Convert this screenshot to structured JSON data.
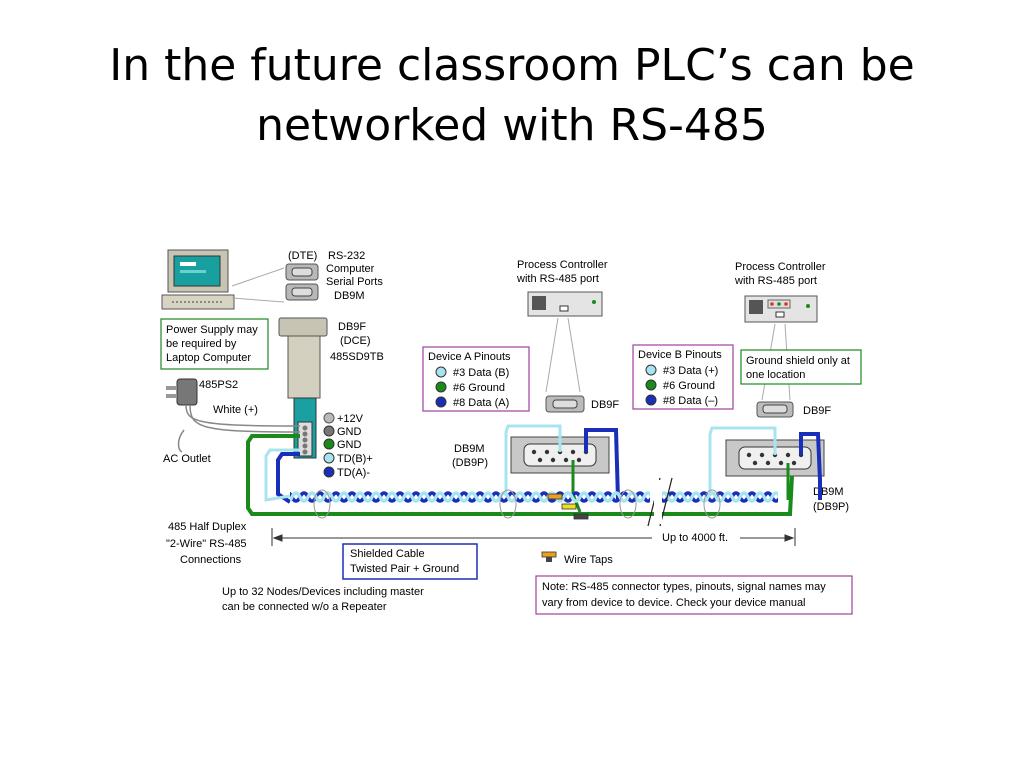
{
  "slide": {
    "title_line1": "In the future classroom PLC’s can be",
    "title_line2": "networked with RS-485"
  },
  "diagram": {
    "computer": {
      "dte": "(DTE)",
      "ports_line1": "RS-232",
      "ports_line2": "Computer",
      "ports_line3": "Serial Ports",
      "ports_line4": "DB9M"
    },
    "power_note": {
      "line1": "Power Supply may",
      "line2": "be required by",
      "line3": "Laptop Computer"
    },
    "converter": {
      "line1": "DB9F",
      "line2": "(DCE)",
      "line3": "485SD9TB"
    },
    "psu": {
      "model": "485PS2",
      "white": "White (+)",
      "outlet": "AC Outlet"
    },
    "terminals": [
      "+12V",
      "GND",
      "GND",
      "TD(B)+",
      "TD(A)-"
    ],
    "device_a": {
      "title": "Device A Pinouts",
      "pins": [
        "#3 Data (B)",
        "#6 Ground",
        "#8 Data (A)"
      ]
    },
    "device_b": {
      "title": "Device B Pinouts",
      "pins": [
        "#3 Data (+)",
        "#6 Ground",
        "#8 Data (–)"
      ]
    },
    "controller_1": {
      "line1": "Process Controller",
      "line2": "with RS-485 port"
    },
    "controller_2": {
      "line1": "Process Controller",
      "line2": "with RS-485 port"
    },
    "db9f_1": "DB9F",
    "db9f_2": "DB9F",
    "db9m_1": {
      "line1": "DB9M",
      "line2": "(DB9P)"
    },
    "db9m_2": {
      "line1": "DB9M",
      "line2": "(DB9P)"
    },
    "shield_note": {
      "line1": "Ground shield only at",
      "line2": "one location"
    },
    "half_duplex": {
      "line1": "485 Half Duplex",
      "line2": "\"2-Wire\" RS-485",
      "line3": "Connections"
    },
    "distance": "Up to 4000 ft.",
    "cable": {
      "line1": "Shielded Cable",
      "line2": "Twisted Pair + Ground"
    },
    "wire_taps": "Wire Taps",
    "nodes_note": {
      "line1": "Up to 32 Nodes/Devices including master",
      "line2": "can be connected w/o a Repeater"
    },
    "warning_note": {
      "line1": "Note: RS-485 connector types, pinouts, signal names may",
      "line2": "vary from device to device.  Check your device manual"
    },
    "colors": {
      "green": "#1a8a1a",
      "blue": "#1a2fb8",
      "cyan": "#a8e4f0",
      "purple": "#a040a0",
      "tap": "#e8a020",
      "beige": "#c8c4b4"
    }
  }
}
